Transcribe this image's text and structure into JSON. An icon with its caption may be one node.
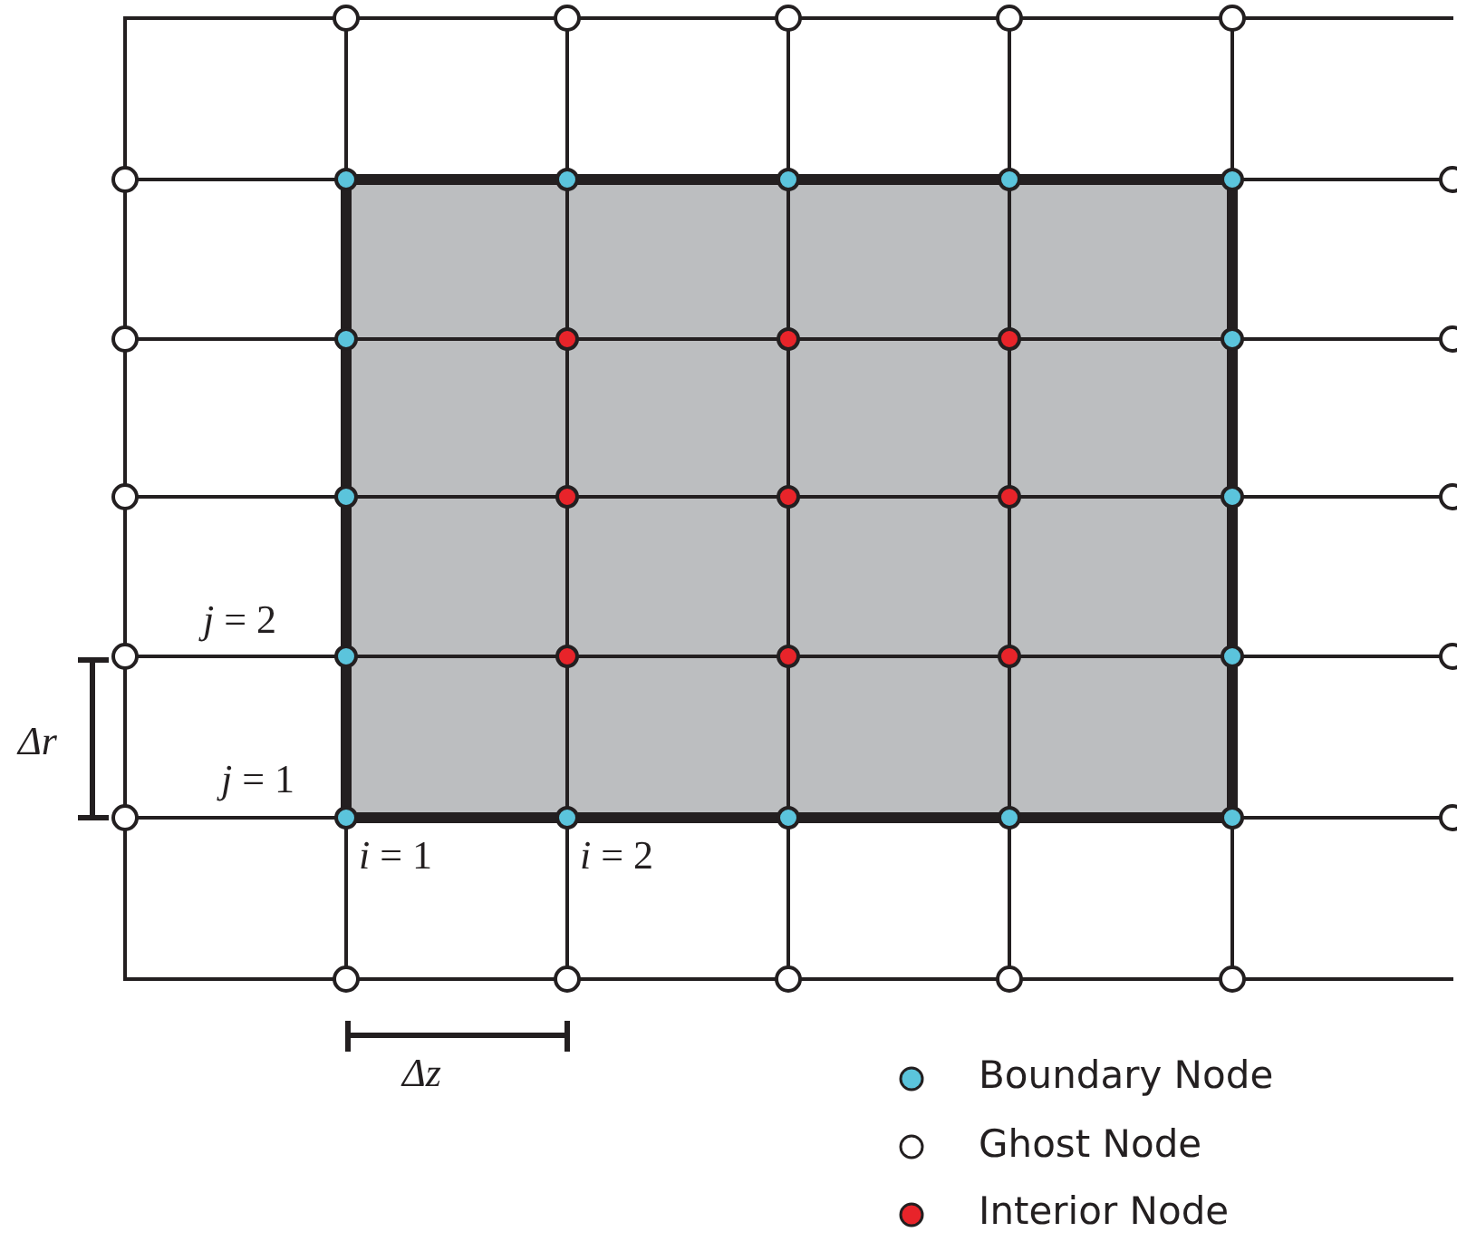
{
  "diagram": {
    "labels": [
      "*j* = 2",
      "Δr",
      "*j* = 1",
      "*i* = 1",
      "*i* = 2",
      "Δz"
    ],
    "legend": [
      {
        "text": "Boundary Node",
        "color": "#5bc4dc"
      },
      {
        "text": "Ghost Node",
        "color": "#ffffff"
      },
      {
        "text": "Interior Node",
        "color": "#e8242a"
      }
    ]
  }
}
